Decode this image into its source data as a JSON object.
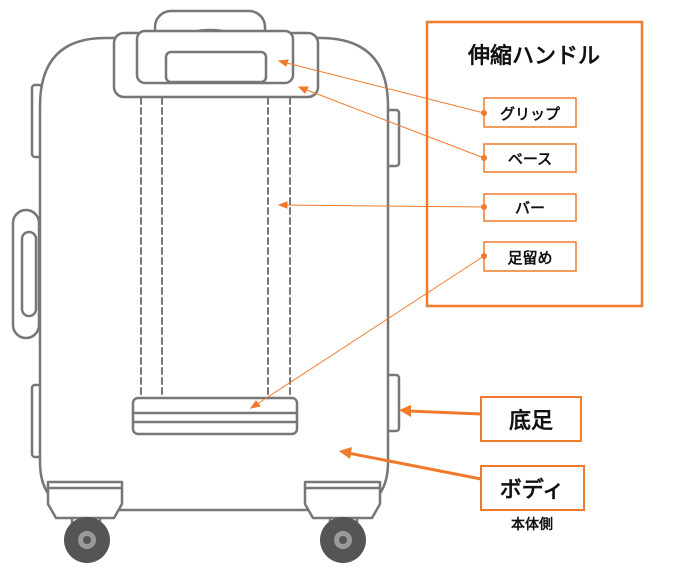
{
  "title": "伸縮ハンドル",
  "labels": {
    "grip": "グリップ",
    "base": "ベース",
    "bar": "バー",
    "stopper": "足留め",
    "bottom_feet": "底足",
    "body": "ボディ",
    "body_side": "本体側"
  },
  "colors": {
    "accent": "#f07a2c",
    "outline": "#777777",
    "wheel": "#555555"
  }
}
